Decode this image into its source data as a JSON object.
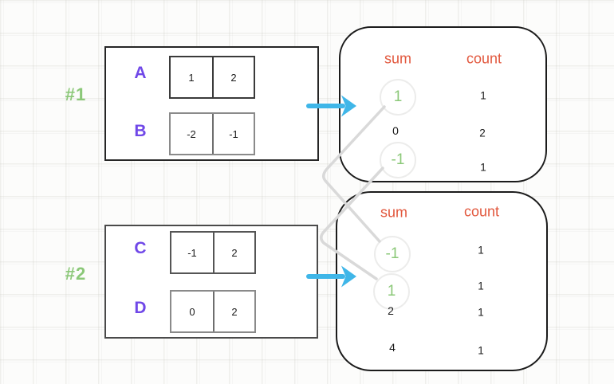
{
  "colors": {
    "tag_green": "#8bc878",
    "circled_sum_green": "#8bc878",
    "array_label_purple": "#7048e8",
    "header_orange": "#e2583e",
    "arrow_blue": "#3fb6e8",
    "connector_gray": "#d9d9d9",
    "box_border_black": "#262626",
    "background_grid": "#e8e8e2"
  },
  "groups": [
    {
      "tag": "#1",
      "arrays": [
        {
          "label": "A",
          "cells": [
            "1",
            "2"
          ]
        },
        {
          "label": "B",
          "cells": [
            "-2",
            "-1"
          ]
        }
      ],
      "result": {
        "sum_header": "sum",
        "count_header": "count",
        "rows": [
          {
            "sum": "1",
            "count": "1",
            "highlighted": true
          },
          {
            "sum": "0",
            "count": "2",
            "highlighted": false
          },
          {
            "sum": "-1",
            "count": "1",
            "highlighted": true
          }
        ]
      }
    },
    {
      "tag": "#2",
      "arrays": [
        {
          "label": "C",
          "cells": [
            "-1",
            "2"
          ]
        },
        {
          "label": "D",
          "cells": [
            "0",
            "2"
          ]
        }
      ],
      "result": {
        "sum_header": "sum",
        "count_header": "count",
        "rows": [
          {
            "sum": "-1",
            "count": "1",
            "highlighted": true
          },
          {
            "sum": "1",
            "count": "1",
            "highlighted": true
          },
          {
            "sum": "2",
            "count": "1",
            "highlighted": false
          },
          {
            "sum": "4",
            "count": "1",
            "highlighted": false
          }
        ]
      }
    }
  ],
  "connections": [
    {
      "from": "group #1 sum 1",
      "to": "group #2 sum -1"
    },
    {
      "from": "group #1 sum -1",
      "to": "group #2 sum 1"
    }
  ]
}
